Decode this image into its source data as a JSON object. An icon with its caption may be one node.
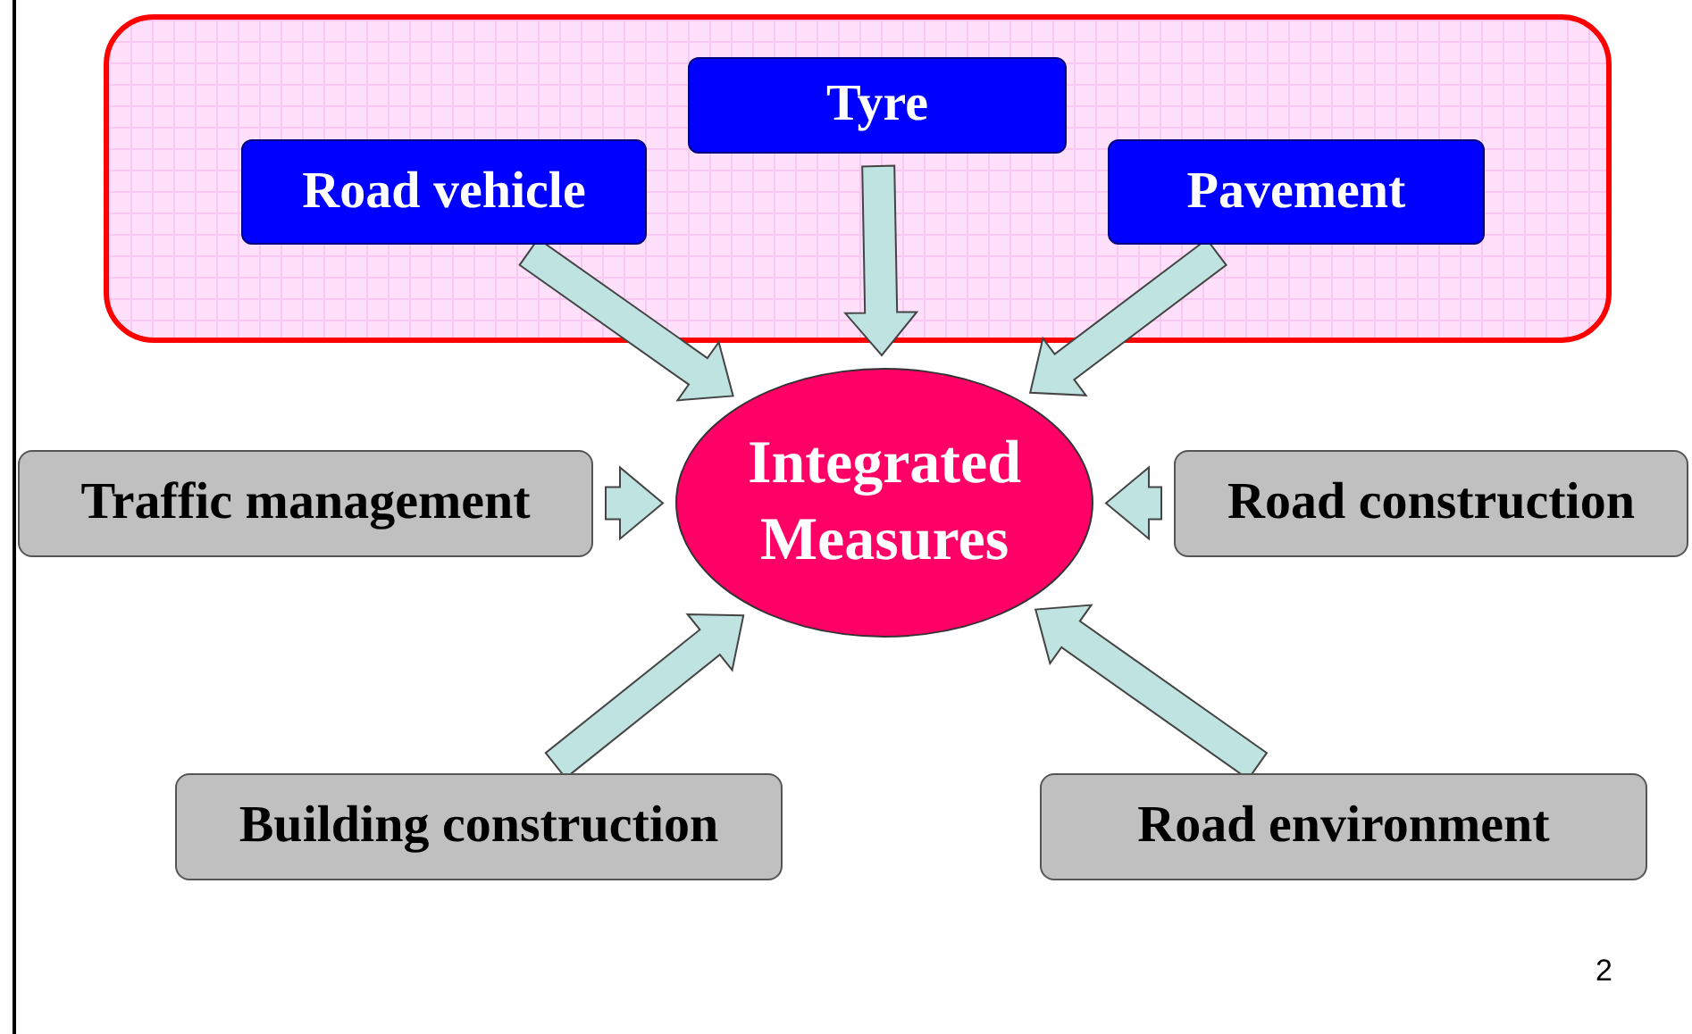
{
  "diagram": {
    "nodes": [
      {
        "text": [],
        "shape": "box"
      },
      {
        "text": [
          "Road vehicle"
        ],
        "in": 0
      },
      {
        "text": [
          "Tyre"
        ],
        "in": 0
      },
      {
        "text": [
          "Pavement"
        ],
        "in": 0
      },
      {
        "text": [
          "Integrated Measures"
        ]
      },
      {
        "text": [
          "Traffic management"
        ]
      },
      {
        "text": [
          "Road construction"
        ]
      },
      {
        "text": [
          "Building construction"
        ]
      },
      {
        "text": [
          "Road environment"
        ]
      }
    ],
    "edges": [
      {
        "from": 1,
        "to": 4,
        "arrow": "to"
      },
      {
        "from": 2,
        "to": 4,
        "arrow": "to"
      },
      {
        "from": 3,
        "to": 4,
        "arrow": "to"
      },
      {
        "from": 5,
        "to": 4,
        "arrow": "to"
      },
      {
        "from": 6,
        "to": 4,
        "arrow": "to"
      },
      {
        "from": 7,
        "to": 4,
        "arrow": "to"
      },
      {
        "from": 8,
        "to": 4,
        "arrow": "to"
      }
    ],
    "labels": [
      "2"
    ]
  }
}
